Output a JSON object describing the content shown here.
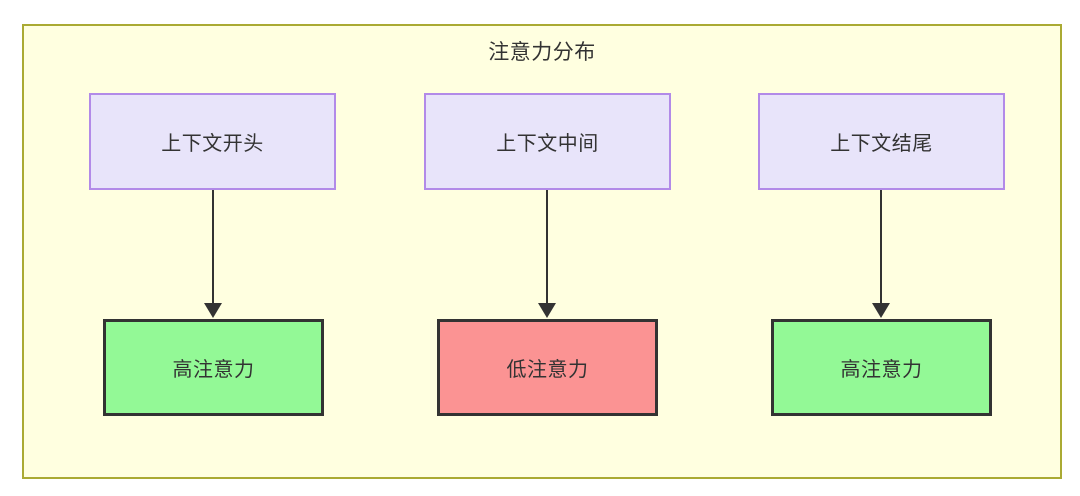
{
  "diagram": {
    "title": "注意力分布",
    "colors": {
      "container_fill": "#ffffe0",
      "container_border": "#aaaa33",
      "context_fill": "#e8e4fa",
      "context_border": "#b28ae8",
      "high_attention_fill": "#93f996",
      "low_attention_fill": "#fb9393",
      "node_border": "#333333",
      "text": "#333333",
      "arrow": "#333333"
    },
    "columns": [
      {
        "source_label": "上下文开头",
        "target_label": "高注意力",
        "level": "high"
      },
      {
        "source_label": "上下文中间",
        "target_label": "低注意力",
        "level": "low"
      },
      {
        "source_label": "上下文结尾",
        "target_label": "高注意力",
        "level": "high"
      }
    ]
  }
}
